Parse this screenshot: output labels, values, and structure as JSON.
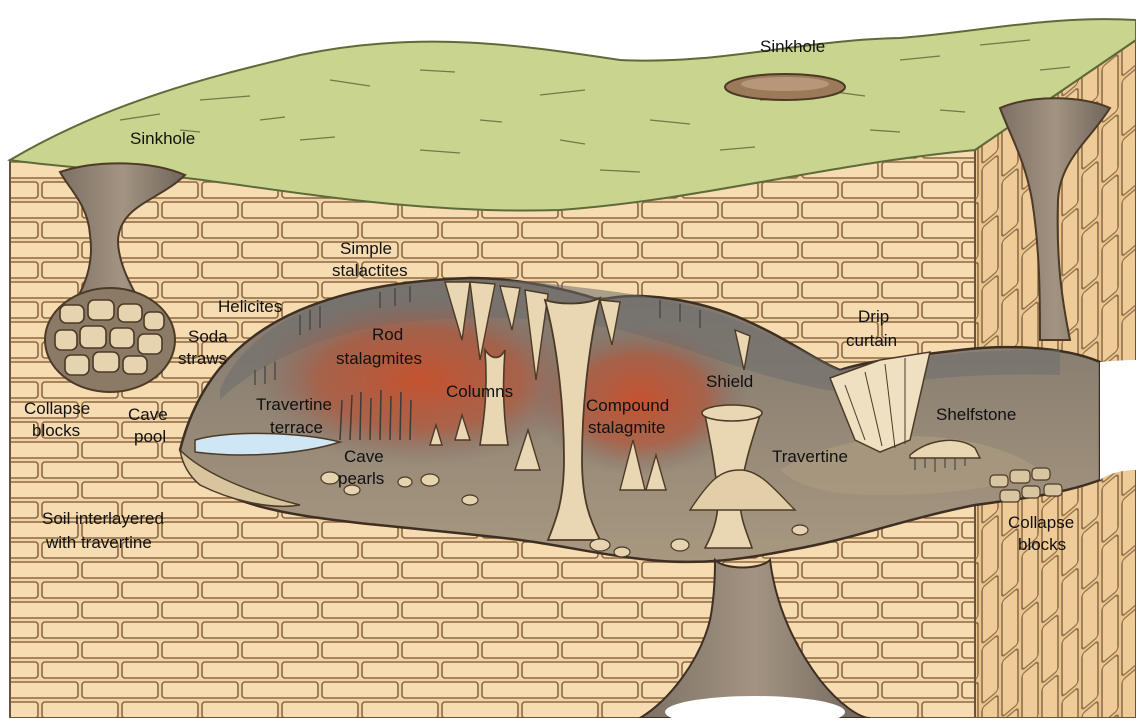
{
  "colors": {
    "background": "#ffffff",
    "surface_green": "#c9d58e",
    "limestone": "#f3d3a4",
    "limestone_side": "#eac38e",
    "mortar": "#8a6a45",
    "cave_floor": "#9c8d7a",
    "cave_wall_dark": "#6e6e6e",
    "cave_glow": "#c8502c",
    "speleothem": "#e9d7b4",
    "cave_pool": "#cfe6f4"
  },
  "labels": {
    "sinkhole_top": "Sinkhole",
    "sinkhole_left": "Sinkhole",
    "simple_stalactites_1": "Simple",
    "simple_stalactites_2": "stalactites",
    "helicites": "Helicites",
    "soda_straws_1": "Soda",
    "soda_straws_2": "straws",
    "rod_stalagmites_1": "Rod",
    "rod_stalagmites_2": "stalagmites",
    "columns": "Columns",
    "compound_stalagmite_1": "Compound",
    "compound_stalagmite_2": "stalagmite",
    "shield": "Shield",
    "drip_curtain_1": "Drip",
    "drip_curtain_2": "curtain",
    "shelfstone": "Shelfstone",
    "travertine": "Travertine",
    "collapse_blocks_left_1": "Collapse",
    "collapse_blocks_left_2": "blocks",
    "cave_pool_1": "Cave",
    "cave_pool_2": "pool",
    "travertine_terrace_1": "Travertine",
    "travertine_terrace_2": "terrace",
    "cave_pearls_1": "Cave",
    "cave_pearls_2": "pearls",
    "soil_travertine_1": "Soil interlayered",
    "soil_travertine_2": "with travertine",
    "collapse_blocks_right_1": "Collapse",
    "collapse_blocks_right_2": "blocks"
  }
}
